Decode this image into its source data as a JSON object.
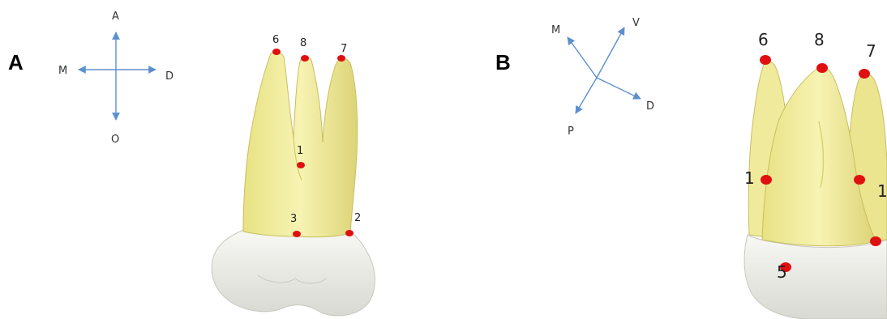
{
  "panel_a": {
    "letter": "A",
    "axes": {
      "up": "A",
      "left": "M",
      "right": "D",
      "down": "O"
    },
    "landmarks": [
      "6",
      "8",
      "7",
      "1",
      "3",
      "2"
    ]
  },
  "panel_b": {
    "letter": "B",
    "axes": {
      "upper_left": "M",
      "upper_right": "V",
      "lower_right": "D",
      "lower_left": "P"
    },
    "landmarks": [
      "6",
      "8",
      "7",
      "1",
      "1",
      "5"
    ]
  },
  "colors": {
    "root_yellow": "#f2ee9a",
    "crown_white": "#efefea",
    "landmark_red": "#e01010",
    "arrow_blue": "#5b8fd0"
  }
}
